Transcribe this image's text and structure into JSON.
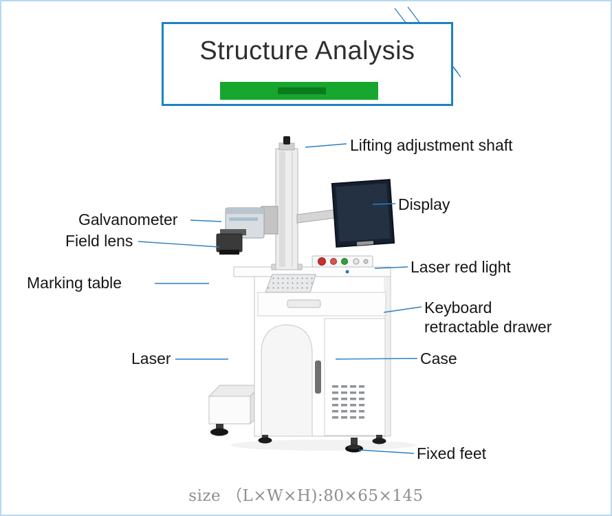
{
  "title": "Structure Analysis",
  "labels": {
    "lifting_adjustment_shaft": "Lifting adjustment shaft",
    "display": "Display",
    "galvanometer": "Galvanometer",
    "field_lens": "Field lens",
    "laser_red_light": "Laser red light",
    "marking_table": "Marking table",
    "keyboard_retractable_drawer": "Keyboard\nretractable drawer",
    "laser": "Laser",
    "case": "Case",
    "fixed_feet": "Fixed feet"
  },
  "footer": {
    "size_text": "size （L×W×H):80×65×145"
  },
  "colors": {
    "accent_blue": "#1b82c4",
    "leader_line_blue": "#2d7fc0",
    "underline_green": "#17a62e",
    "underline_green_dark": "#0a7c1e",
    "page_border": "#b5d9f0"
  }
}
